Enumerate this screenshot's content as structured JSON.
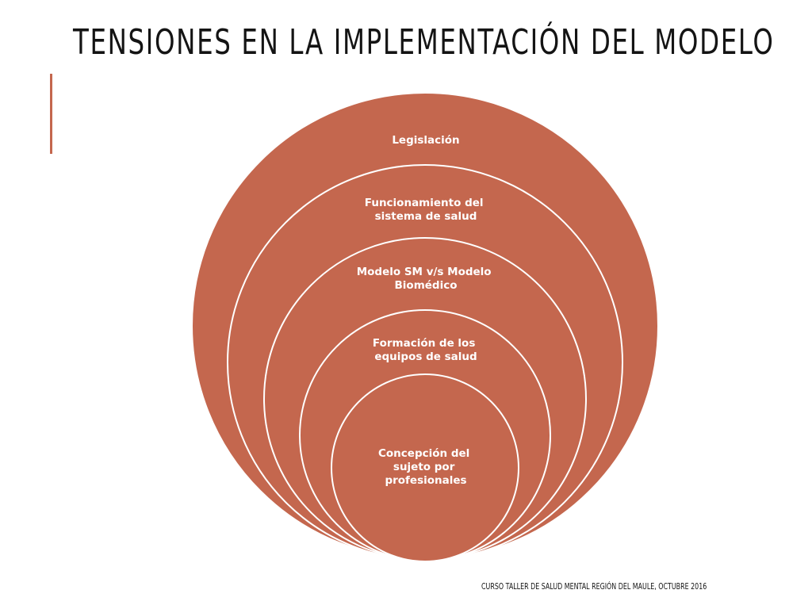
{
  "slide": {
    "title": "Tensiones en la implementación del modelo",
    "footer": "Curso Taller de Salud Mental Región del Maule, Octubre 2016"
  },
  "colors": {
    "circle_fill": "#c4674e",
    "circle_stroke": "#ffffff",
    "accent": "#c4674e",
    "title_text": "#141414"
  },
  "diagram": {
    "levels": [
      {
        "lines": [
          "Legislación"
        ]
      },
      {
        "lines": [
          "Funcionamiento del",
          "sistema de salud"
        ]
      },
      {
        "lines": [
          "Modelo SM v/s Modelo",
          "Biomédico"
        ]
      },
      {
        "lines": [
          "Formación de los",
          "equipos de salud"
        ]
      },
      {
        "lines": [
          "Concepción del",
          "sujeto por",
          "profesionales"
        ]
      }
    ]
  }
}
